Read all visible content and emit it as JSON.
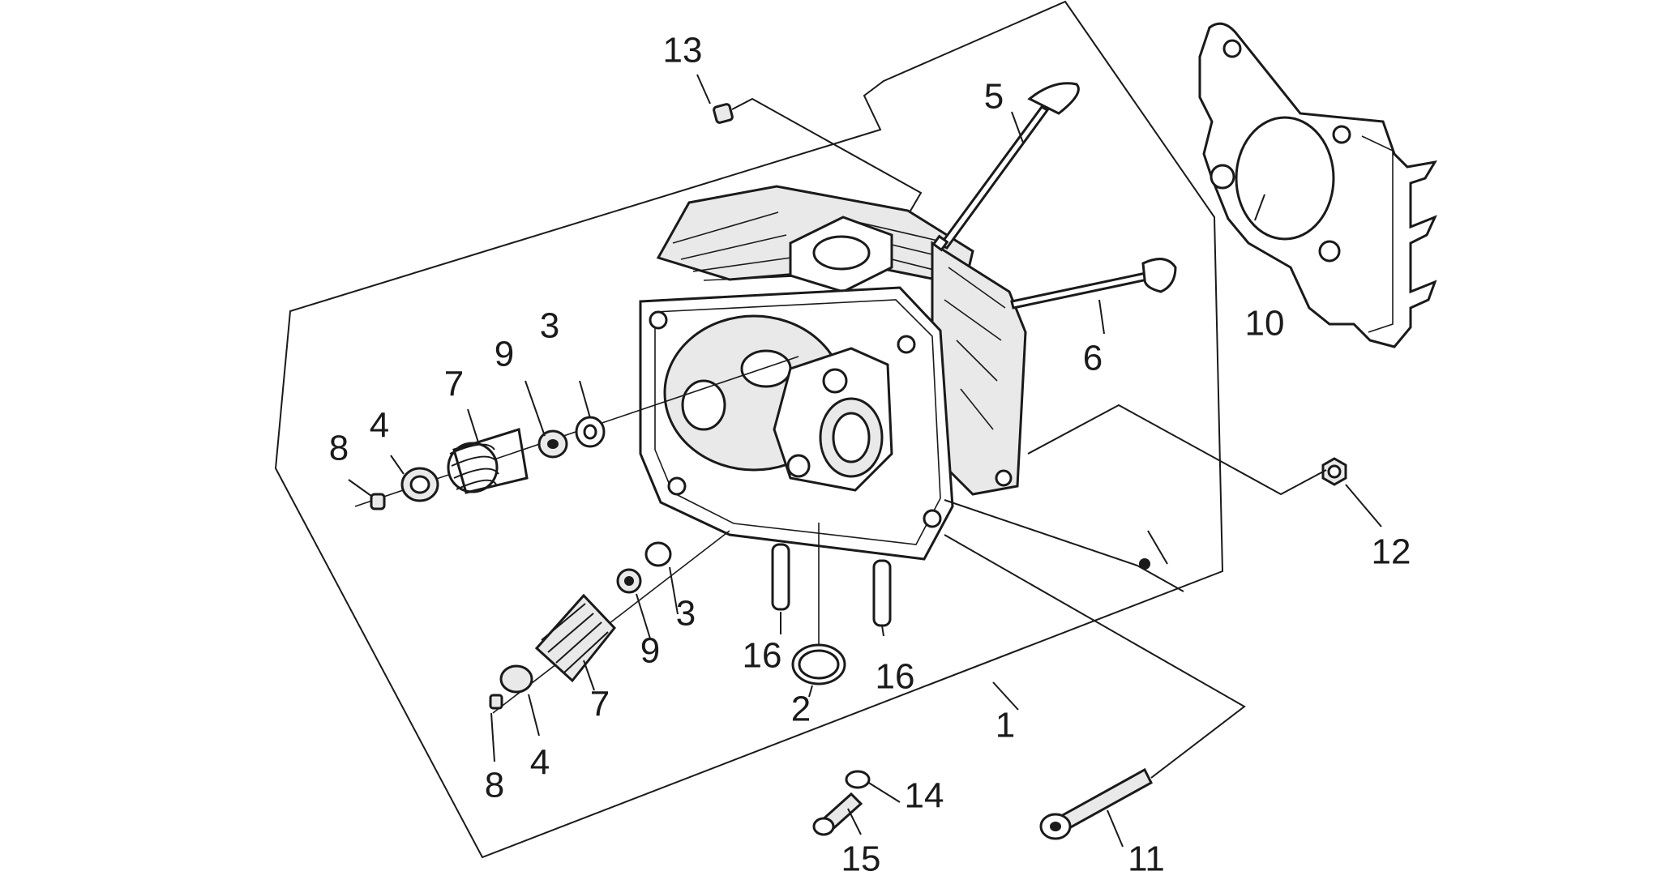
{
  "diagram": {
    "labels": [
      {
        "key": "13",
        "text": "13"
      },
      {
        "key": "5",
        "text": "5"
      },
      {
        "key": "3a",
        "text": "3"
      },
      {
        "key": "9a",
        "text": "9"
      },
      {
        "key": "7a",
        "text": "7"
      },
      {
        "key": "4a",
        "text": "4"
      },
      {
        "key": "8a",
        "text": "8"
      },
      {
        "key": "6",
        "text": "6"
      },
      {
        "key": "10",
        "text": "10"
      },
      {
        "key": "12",
        "text": "12"
      },
      {
        "key": "3b",
        "text": "3"
      },
      {
        "key": "9b",
        "text": "9"
      },
      {
        "key": "16a",
        "text": "16"
      },
      {
        "key": "16b",
        "text": "16"
      },
      {
        "key": "2",
        "text": "2"
      },
      {
        "key": "7b",
        "text": "7"
      },
      {
        "key": "1",
        "text": "1"
      },
      {
        "key": "4b",
        "text": "4"
      },
      {
        "key": "8b",
        "text": "8"
      },
      {
        "key": "14",
        "text": "14"
      },
      {
        "key": "15",
        "text": "15"
      },
      {
        "key": "11",
        "text": "11"
      }
    ]
  }
}
